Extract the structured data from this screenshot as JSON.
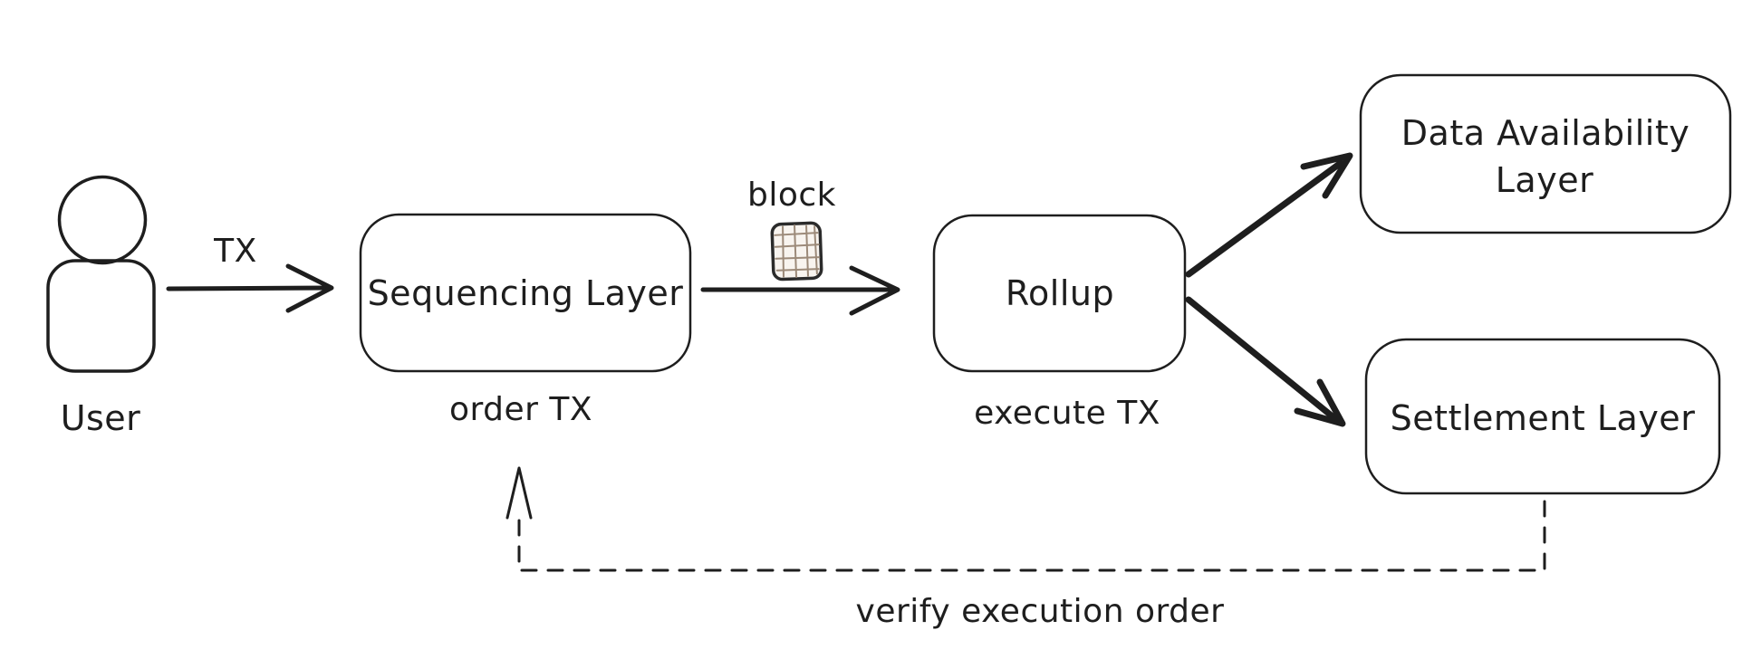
{
  "diagram": {
    "background": "#ffffff",
    "stroke_color": "#1e1e1e",
    "nodes": {
      "user": {
        "label": "User",
        "fill": "#e2d7cb"
      },
      "sequencing_layer": {
        "label": "Sequencing Layer",
        "sublabel": "order TX"
      },
      "rollup": {
        "label": "Rollup",
        "sublabel": "execute TX"
      },
      "data_availability_layer": {
        "label_line1": "Data Availability",
        "label_line2": "Layer"
      },
      "settlement_layer": {
        "label": "Settlement Layer"
      }
    },
    "edges": {
      "user_to_sequencing": {
        "label": "TX",
        "style": "solid"
      },
      "sequencing_to_rollup": {
        "label": "block",
        "icon": "block-cube-icon",
        "icon_fill": "#f8f4ef",
        "icon_hatch_color": "#9c8a79",
        "style": "solid"
      },
      "rollup_to_data_availability": {
        "style": "solid-thick"
      },
      "rollup_to_settlement": {
        "style": "solid-thick"
      },
      "settlement_to_sequencing": {
        "label": "verify execution order",
        "style": "dashed"
      }
    }
  }
}
